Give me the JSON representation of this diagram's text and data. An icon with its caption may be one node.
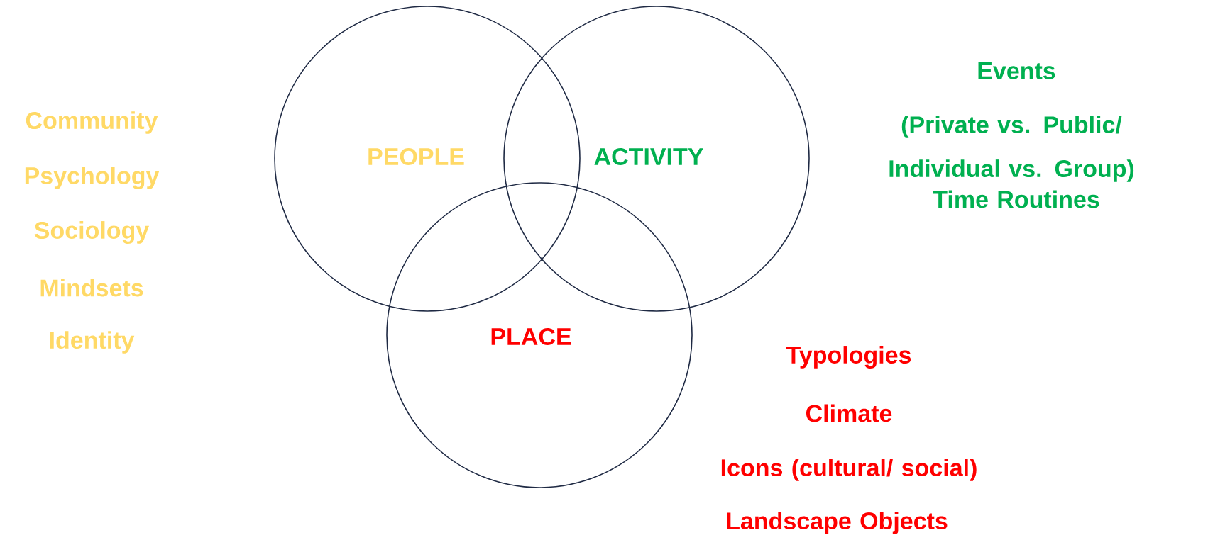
{
  "diagram": {
    "nodes": [
      {
        "text": [
          "PEOPLE"
        ]
      },
      {
        "text": [
          "ACTIVITY"
        ]
      },
      {
        "text": [
          "PLACE"
        ]
      }
    ],
    "labels": [
      "Events",
      "Community",
      "(Private vs. Public/ Individual vs. Group)",
      "Psychology",
      "Time Routines",
      "Sociology",
      "Mindsets",
      "Identity",
      "Typologies",
      "Climate",
      "Icons (cultural/ social)",
      "Landscape Objects"
    ]
  }
}
